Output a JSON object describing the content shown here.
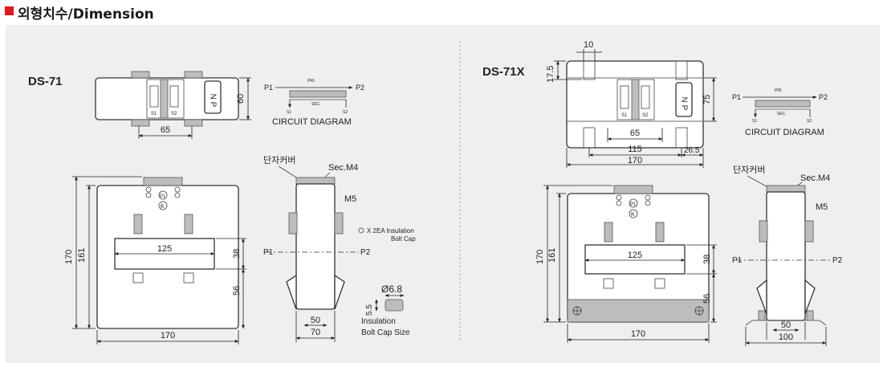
{
  "header": {
    "title": "외형치수/Dimension",
    "accent": "#e3171f"
  },
  "panel_bg": "#efefef",
  "left": {
    "model": "DS-71",
    "top_view": {
      "dim_width": "65",
      "dim_height": "60",
      "np_label": "N P",
      "s1": "S1",
      "s2": "S2"
    },
    "circuit": {
      "p1": "P1",
      "p2": "P2",
      "pri": "PRI.",
      "sec": "SEC.",
      "s1": "S1",
      "s2": "S2",
      "caption": "CIRCUIT DIAGRAM"
    },
    "front_view": {
      "dim_outer_h": "170",
      "dim_inner_h": "161",
      "dim_window_w": "125",
      "dim_window_h": "38",
      "dim_lower": "56",
      "dim_width": "170",
      "mark_p1": "P1",
      "mark_k": "K"
    },
    "side_view": {
      "terminal_cover": "단자커버",
      "sec_m4": "Sec.M4",
      "m5": "M5",
      "p1": "P1",
      "p2": "P2",
      "bolt_cap_note_1": "X 2EA Insulation",
      "bolt_cap_note_2": "Bolt Cap",
      "dim_50": "50",
      "dim_70": "70"
    },
    "bolt_cap": {
      "diameter": "Ø6.8",
      "height": "5.5",
      "caption_1": "Insulation",
      "caption_2": "Bolt Cap Size"
    }
  },
  "right": {
    "model": "DS-71X",
    "top_view": {
      "dim_10": "10",
      "dim_17_5": "17.5",
      "dim_75": "75",
      "dim_65": "65",
      "dim_115": "115",
      "dim_26_5": "26.5",
      "dim_170": "170",
      "np_label": "N P",
      "s1": "S1",
      "s2": "S2"
    },
    "circuit": {
      "p1": "P1",
      "p2": "P2",
      "pri": "PRI.",
      "sec": "SEC.",
      "s1": "S1",
      "s2": "S2",
      "caption": "CIRCUIT DIAGRAM"
    },
    "front_view": {
      "dim_outer_h": "170",
      "dim_inner_h": "161",
      "dim_window_w": "125",
      "dim_window_h": "38",
      "dim_lower": "56",
      "dim_width": "170",
      "mark_p1": "P1",
      "mark_k": "K"
    },
    "side_view": {
      "terminal_cover": "단자커버",
      "sec_m4": "Sec.M4",
      "m5": "M5",
      "p1": "P1",
      "p2": "P2",
      "dim_50": "50",
      "dim_100": "100"
    }
  }
}
